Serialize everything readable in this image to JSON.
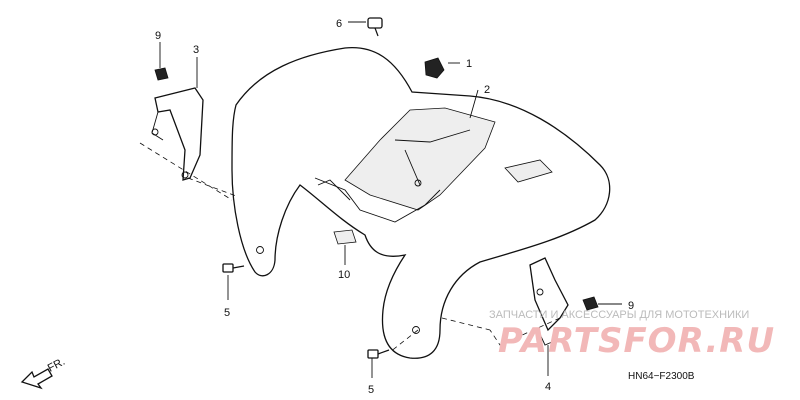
{
  "callouts": {
    "c1": "1",
    "c2": "2",
    "c3": "3",
    "c4": "4",
    "c5a": "5",
    "c5b": "5",
    "c6": "6",
    "c9a": "9",
    "c9b": "9",
    "c10": "10"
  },
  "front_indicator": "FR.",
  "diagram_code": "HN64−F2300B",
  "watermark": {
    "caption": "ЗАПЧАСТИ И АКСЕССУАРЫ ДЛЯ МОТОТЕХНИКИ",
    "brand": "PARTSFOR.RU"
  },
  "colors": {
    "line": "#111111",
    "watermark_brand": "#f2b8b8",
    "watermark_caption": "#bbbbbb"
  }
}
